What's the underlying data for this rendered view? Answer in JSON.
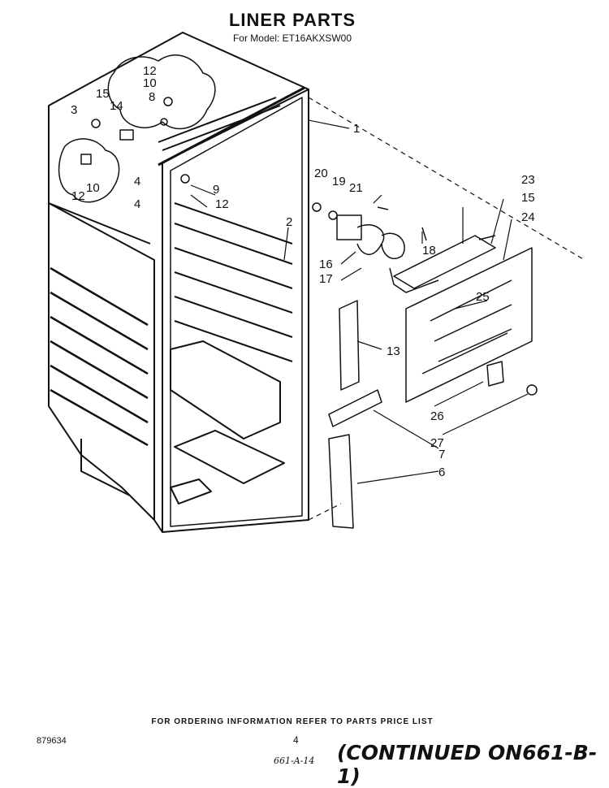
{
  "header": {
    "title": "LINER PARTS",
    "subtitle": "For Model: ET16AKXSW00"
  },
  "diagram": {
    "callouts": [
      "1",
      "2",
      "3",
      "4",
      "4",
      "6",
      "7",
      "8",
      "9",
      "10",
      "10",
      "12",
      "12",
      "12",
      "13",
      "14",
      "15",
      "15",
      "16",
      "17",
      "18",
      "19",
      "20",
      "21",
      "23",
      "24",
      "25",
      "26",
      "27"
    ]
  },
  "footer": {
    "ordering_note": "FOR ORDERING INFORMATION REFER TO PARTS PRICE LIST",
    "doc_number": "879634",
    "page_number": "4",
    "handwritten_ref": "661-A-14",
    "continued": "(CONTINUED ON661-B-1)"
  }
}
